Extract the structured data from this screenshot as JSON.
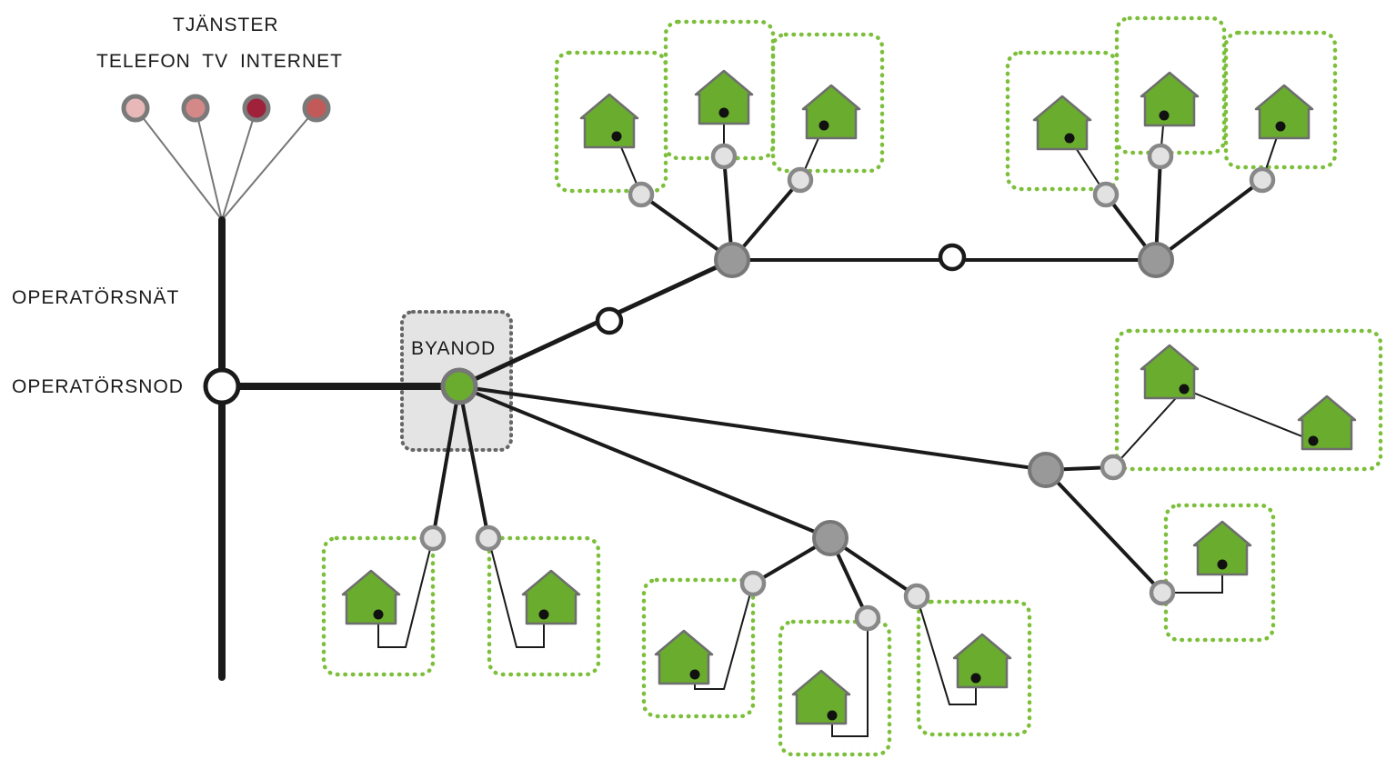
{
  "labels": {
    "services": "TJÄNSTER",
    "service_names": "TELEFON TV INTERNET",
    "operator_network": "OPERATÖRSNÄT",
    "operator_node": "OPERATÖRSNOD",
    "village_node": "BYANOD"
  },
  "service_dots": [
    {
      "name": "service-dot-telefon",
      "color": "#e8b8b8"
    },
    {
      "name": "service-dot-tv",
      "color": "#d48888"
    },
    {
      "name": "service-dot-internet",
      "color": "#a0213a"
    },
    {
      "name": "service-dot-4",
      "color": "#c25a5a"
    }
  ],
  "colors": {
    "trunk": "#1a1a1a",
    "fiber": "#1a1a1a",
    "node_gray": "#999999",
    "node_stroke": "#777777",
    "house_green": "#6aac2e",
    "house_outline": "#6e6e6e",
    "dotted_green": "#7cbf3a",
    "village_box": "#e4e4e4",
    "village_node_green": "#6aac2e"
  },
  "icons": {
    "house": "house-icon",
    "node": "network-node",
    "connection": "connection-point"
  }
}
